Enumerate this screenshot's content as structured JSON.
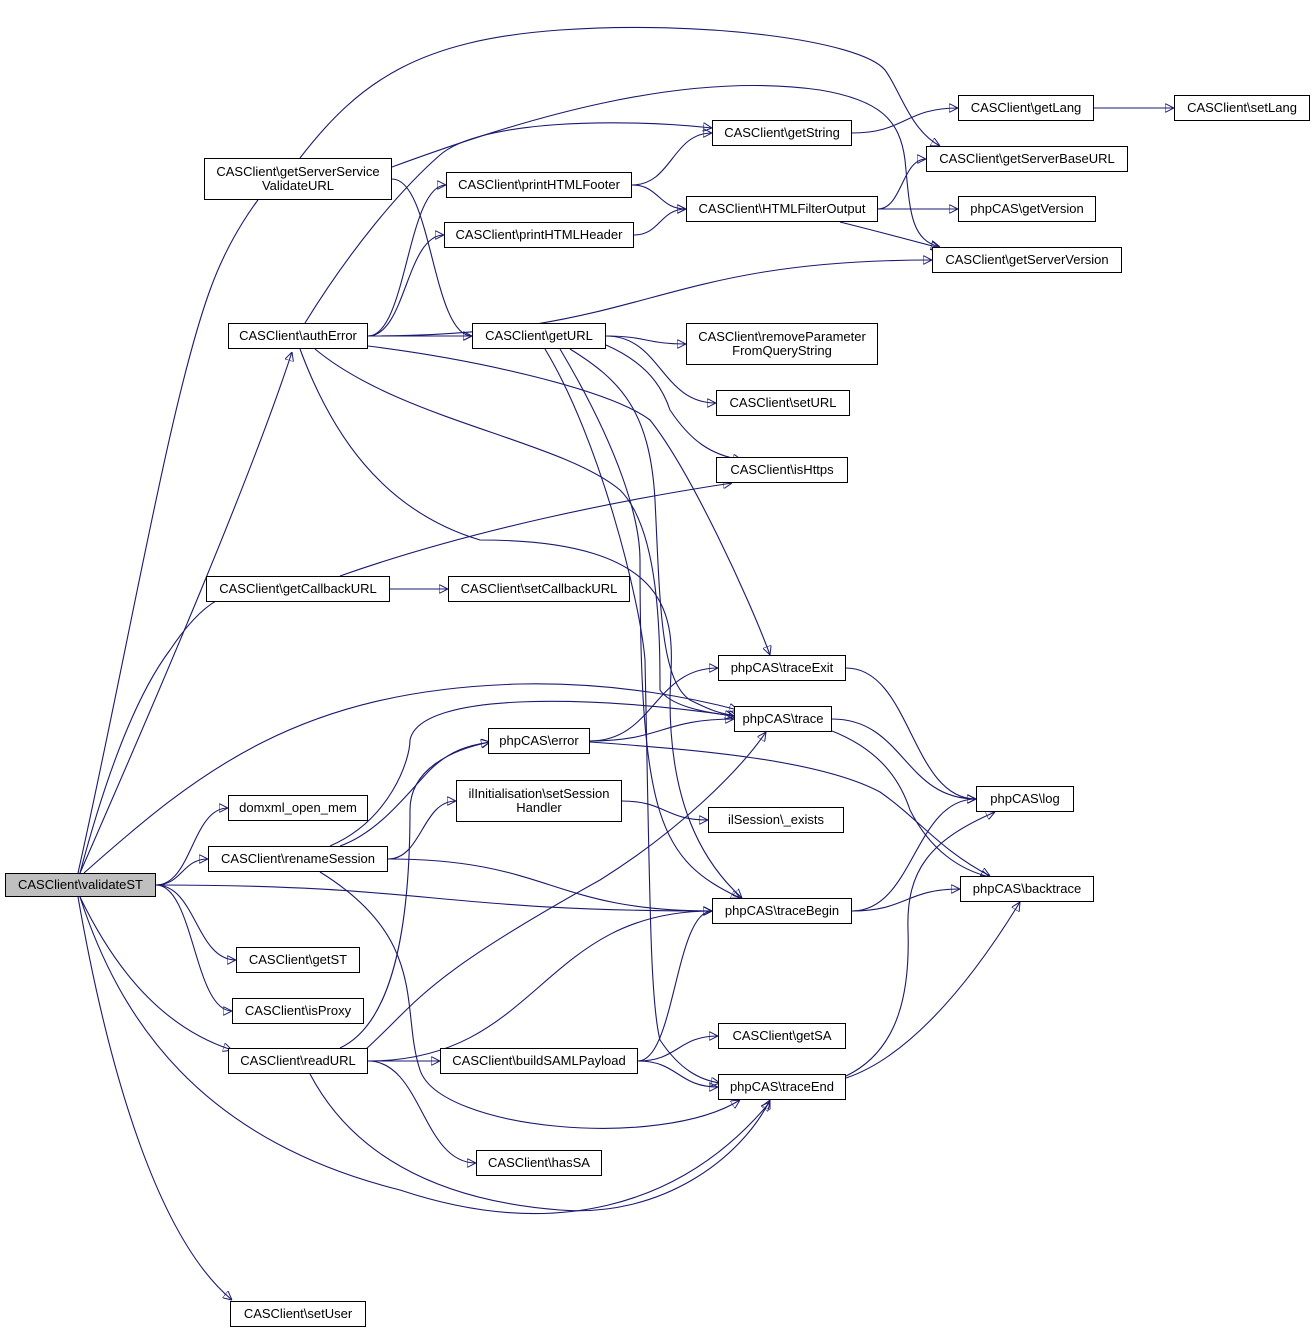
{
  "graph": {
    "colors": {
      "edge": "#191970",
      "root_fill": "#bfbfbf",
      "node_fill": "#ffffff",
      "border": "#000000"
    },
    "nodes": [
      {
        "id": "validateST",
        "label": "CASClient\\validateST",
        "root": true
      },
      {
        "id": "getServerServiceValidateURL",
        "label": "CASClient\\getServerService\nValidateURL"
      },
      {
        "id": "authError",
        "label": "CASClient\\authError"
      },
      {
        "id": "getCallbackURL",
        "label": "CASClient\\getCallbackURL"
      },
      {
        "id": "domxml_open_mem",
        "label": "domxml_open_mem"
      },
      {
        "id": "renameSession",
        "label": "CASClient\\renameSession"
      },
      {
        "id": "getST",
        "label": "CASClient\\getST"
      },
      {
        "id": "isProxy",
        "label": "CASClient\\isProxy"
      },
      {
        "id": "readURL",
        "label": "CASClient\\readURL"
      },
      {
        "id": "setUser",
        "label": "CASClient\\setUser"
      },
      {
        "id": "printHTMLFooter",
        "label": "CASClient\\printHTMLFooter"
      },
      {
        "id": "printHTMLHeader",
        "label": "CASClient\\printHTMLHeader"
      },
      {
        "id": "getURL",
        "label": "CASClient\\getURL"
      },
      {
        "id": "setCallbackURL",
        "label": "CASClient\\setCallbackURL"
      },
      {
        "id": "error",
        "label": "phpCAS\\error"
      },
      {
        "id": "setSessionHandler",
        "label": "ilInitialisation\\setSession\nHandler"
      },
      {
        "id": "buildSAMLPayload",
        "label": "CASClient\\buildSAMLPayload"
      },
      {
        "id": "hasSA",
        "label": "CASClient\\hasSA"
      },
      {
        "id": "getString",
        "label": "CASClient\\getString"
      },
      {
        "id": "HTMLFilterOutput",
        "label": "CASClient\\HTMLFilterOutput"
      },
      {
        "id": "removeParameterFromQueryString",
        "label": "CASClient\\removeParameter\nFromQueryString"
      },
      {
        "id": "setURL",
        "label": "CASClient\\setURL"
      },
      {
        "id": "isHttps",
        "label": "CASClient\\isHttps"
      },
      {
        "id": "traceExit",
        "label": "phpCAS\\traceExit"
      },
      {
        "id": "trace",
        "label": "phpCAS\\trace"
      },
      {
        "id": "sessionExists",
        "label": "ilSession\\_exists"
      },
      {
        "id": "traceBegin",
        "label": "phpCAS\\traceBegin"
      },
      {
        "id": "getSA",
        "label": "CASClient\\getSA"
      },
      {
        "id": "traceEnd",
        "label": "phpCAS\\traceEnd"
      },
      {
        "id": "getLang",
        "label": "CASClient\\getLang"
      },
      {
        "id": "getServerBaseURL",
        "label": "CASClient\\getServerBaseURL"
      },
      {
        "id": "getVersion",
        "label": "phpCAS\\getVersion"
      },
      {
        "id": "getServerVersion",
        "label": "CASClient\\getServerVersion"
      },
      {
        "id": "log",
        "label": "phpCAS\\log"
      },
      {
        "id": "backtrace",
        "label": "phpCAS\\backtrace"
      },
      {
        "id": "setLang",
        "label": "CASClient\\setLang"
      }
    ],
    "edges": [
      [
        "validateST",
        "getServerServiceValidateURL"
      ],
      [
        "validateST",
        "authError"
      ],
      [
        "validateST",
        "getCallbackURL"
      ],
      [
        "validateST",
        "domxml_open_mem"
      ],
      [
        "validateST",
        "renameSession"
      ],
      [
        "validateST",
        "getST"
      ],
      [
        "validateST",
        "isProxy"
      ],
      [
        "validateST",
        "readURL"
      ],
      [
        "validateST",
        "setUser"
      ],
      [
        "validateST",
        "trace"
      ],
      [
        "validateST",
        "traceBegin"
      ],
      [
        "validateST",
        "traceEnd"
      ],
      [
        "getServerServiceValidateURL",
        "getServerBaseURL"
      ],
      [
        "getServerServiceValidateURL",
        "getURL"
      ],
      [
        "getServerServiceValidateURL",
        "getServerVersion"
      ],
      [
        "authError",
        "printHTMLFooter"
      ],
      [
        "authError",
        "printHTMLHeader"
      ],
      [
        "authError",
        "getString"
      ],
      [
        "authError",
        "getURL"
      ],
      [
        "authError",
        "getServerVersion"
      ],
      [
        "authError",
        "traceExit"
      ],
      [
        "authError",
        "trace"
      ],
      [
        "authError",
        "traceBegin"
      ],
      [
        "getCallbackURL",
        "setCallbackURL"
      ],
      [
        "getCallbackURL",
        "isHttps"
      ],
      [
        "renameSession",
        "error"
      ],
      [
        "renameSession",
        "setSessionHandler"
      ],
      [
        "renameSession",
        "trace"
      ],
      [
        "renameSession",
        "traceBegin"
      ],
      [
        "renameSession",
        "traceEnd"
      ],
      [
        "readURL",
        "buildSAMLPayload"
      ],
      [
        "readURL",
        "hasSA"
      ],
      [
        "readURL",
        "error"
      ],
      [
        "readURL",
        "trace"
      ],
      [
        "readURL",
        "traceBegin"
      ],
      [
        "readURL",
        "traceEnd"
      ],
      [
        "printHTMLFooter",
        "getString"
      ],
      [
        "printHTMLFooter",
        "HTMLFilterOutput"
      ],
      [
        "printHTMLHeader",
        "HTMLFilterOutput"
      ],
      [
        "getURL",
        "removeParameterFromQueryString"
      ],
      [
        "getURL",
        "setURL"
      ],
      [
        "getURL",
        "isHttps"
      ],
      [
        "getURL",
        "trace"
      ],
      [
        "getURL",
        "traceBegin"
      ],
      [
        "getURL",
        "traceEnd"
      ],
      [
        "error",
        "traceExit"
      ],
      [
        "error",
        "trace"
      ],
      [
        "error",
        "backtrace"
      ],
      [
        "setSessionHandler",
        "sessionExists"
      ],
      [
        "buildSAMLPayload",
        "getSA"
      ],
      [
        "buildSAMLPayload",
        "traceBegin"
      ],
      [
        "buildSAMLPayload",
        "traceEnd"
      ],
      [
        "getString",
        "getLang"
      ],
      [
        "HTMLFilterOutput",
        "getServerBaseURL"
      ],
      [
        "HTMLFilterOutput",
        "getVersion"
      ],
      [
        "HTMLFilterOutput",
        "getServerVersion"
      ],
      [
        "getLang",
        "setLang"
      ],
      [
        "traceExit",
        "log"
      ],
      [
        "trace",
        "log"
      ],
      [
        "trace",
        "backtrace"
      ],
      [
        "traceBegin",
        "log"
      ],
      [
        "traceBegin",
        "backtrace"
      ],
      [
        "traceEnd",
        "log"
      ],
      [
        "traceEnd",
        "backtrace"
      ]
    ]
  }
}
